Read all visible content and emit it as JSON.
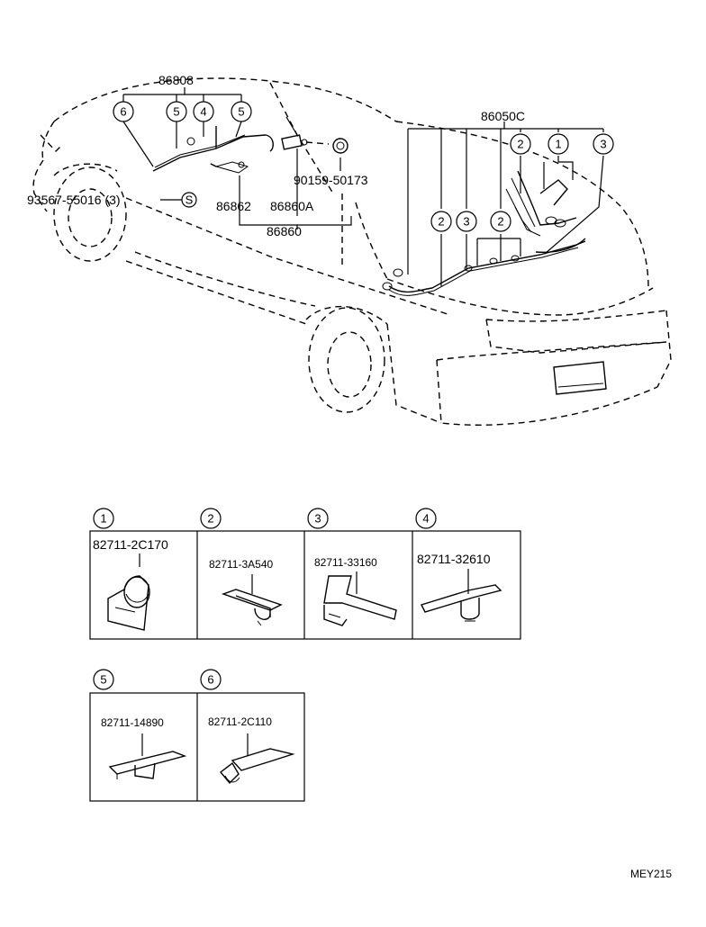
{
  "top": {
    "part_86808": "86808",
    "part_86050C": "86050C",
    "part_90159": "90159-50173",
    "part_93567": "93567-55016 (3)",
    "part_86862": "86862",
    "part_86860A": "86860A",
    "part_86860": "86860",
    "symbol_s": "S"
  },
  "callouts": {
    "c1": "1",
    "c2": "2",
    "c3": "3",
    "c4": "4",
    "c5": "5",
    "c6": "6"
  },
  "boxes": [
    {
      "num": "1",
      "part": "82711-2C170"
    },
    {
      "num": "2",
      "part": "82711-3A540"
    },
    {
      "num": "3",
      "part": "82711-33160"
    },
    {
      "num": "4",
      "part": "82711-32610"
    },
    {
      "num": "5",
      "part": "82711-14890"
    },
    {
      "num": "6",
      "part": "82711-2C110"
    }
  ],
  "footer": {
    "code": "MEY215"
  }
}
